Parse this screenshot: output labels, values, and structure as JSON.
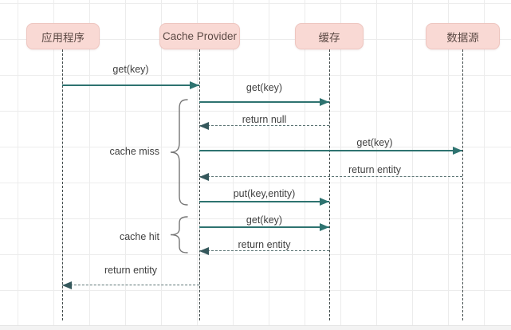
{
  "diagram": {
    "kind": "sequence-diagram",
    "actors": [
      {
        "id": "application",
        "label": "应用程序"
      },
      {
        "id": "cache-provider",
        "label": "Cache Provider"
      },
      {
        "id": "cache",
        "label": "缓存"
      },
      {
        "id": "datasource",
        "label": "数据源"
      }
    ],
    "messages": [
      {
        "from": "应用程序",
        "to": "Cache Provider",
        "label": "get(key)",
        "style": "solid"
      },
      {
        "from": "Cache Provider",
        "to": "缓存",
        "label": "get(key)",
        "style": "solid"
      },
      {
        "from": "缓存",
        "to": "Cache Provider",
        "label": "return null",
        "style": "dashed"
      },
      {
        "from": "Cache Provider",
        "to": "数据源",
        "label": "get(key)",
        "style": "solid"
      },
      {
        "from": "数据源",
        "to": "Cache Provider",
        "label": "return entity",
        "style": "dashed"
      },
      {
        "from": "Cache Provider",
        "to": "缓存",
        "label": "put(key,entity)",
        "style": "solid"
      },
      {
        "from": "Cache Provider",
        "to": "缓存",
        "label": "get(key)",
        "style": "solid"
      },
      {
        "from": "缓存",
        "to": "Cache Provider",
        "label": "return entity",
        "style": "dashed"
      },
      {
        "from": "Cache Provider",
        "to": "应用程序",
        "label": "return entity",
        "style": "dashed"
      }
    ],
    "groups": [
      {
        "id": "cache-miss",
        "label": "cache miss",
        "covers": [
          "get(key)",
          "return null",
          "get(key)",
          "return entity",
          "put(key,entity)"
        ]
      },
      {
        "id": "cache-hit",
        "label": "cache hit",
        "covers": [
          "get(key)",
          "return entity"
        ]
      }
    ],
    "colors": {
      "actor_fill": "#f9d9d4",
      "actor_border": "#eec6c0",
      "actor_text": "#5c4a45",
      "solid_arrow": "#2e7370",
      "dashed_arrow": "#5d7575",
      "dashed_head": "#35585c",
      "lifeline": "#3e4848",
      "label_text": "#3f3f3f",
      "brace": "#757575",
      "grid": "#ececec"
    }
  }
}
